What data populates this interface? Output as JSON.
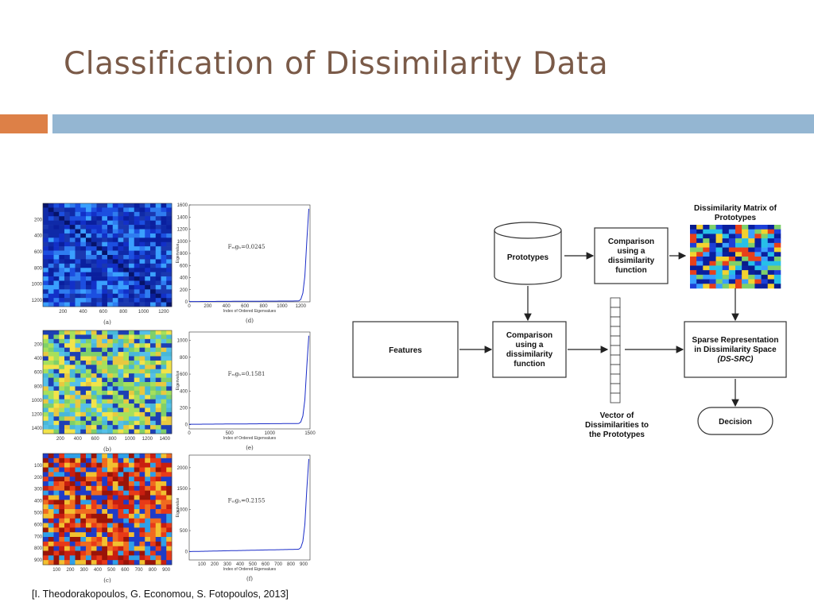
{
  "title": "Classification of Dissimilarity Data",
  "citation": "[I. Theodorakopoulos, G. Economou, S. Fotopoulos, 2013]",
  "figures": {
    "matrices": [
      {
        "caption": "(a)",
        "y_ticks": [
          "200",
          "400",
          "600",
          "800",
          "1000",
          "1200"
        ],
        "x_ticks": [
          "200",
          "400",
          "600",
          "800",
          "1000",
          "1200"
        ],
        "palette": "blue"
      },
      {
        "caption": "(b)",
        "y_ticks": [
          "200",
          "400",
          "600",
          "800",
          "1000",
          "1200",
          "1400"
        ],
        "x_ticks": [
          "200",
          "400",
          "600",
          "800",
          "1000",
          "1200",
          "1400"
        ],
        "palette": "green"
      },
      {
        "caption": "(c)",
        "y_ticks": [
          "100",
          "200",
          "300",
          "400",
          "500",
          "600",
          "700",
          "800",
          "900"
        ],
        "x_ticks": [
          "100",
          "200",
          "300",
          "400",
          "500",
          "600",
          "700",
          "800",
          "900"
        ],
        "palette": "red"
      }
    ],
    "eigen": [
      {
        "caption": "(d)",
        "annotation": "Fₑᵢgₕ=0.0245",
        "ylabel": "Eigenvalue",
        "xlabel": "Index of Ordered Eigenvalues",
        "y_ticks": [
          "0",
          "200",
          "400",
          "600",
          "800",
          "1000",
          "1200",
          "1400",
          "1600"
        ],
        "x_ticks": [
          "0",
          "200",
          "400",
          "600",
          "800",
          "1000",
          "1200"
        ],
        "ylim": [
          0,
          1600
        ],
        "xlim": [
          0,
          1300
        ]
      },
      {
        "caption": "(e)",
        "annotation": "Fₑᵢgₕ=0.1581",
        "ylabel": "Eigenvalue",
        "xlabel": "Index of Ordered Eigenvalues",
        "y_ticks": [
          "0",
          "200",
          "400",
          "600",
          "800",
          "1000"
        ],
        "x_ticks": [
          "0",
          "500",
          "1000",
          "1500"
        ],
        "ylim": [
          -50,
          1100
        ],
        "xlim": [
          0,
          1500
        ]
      },
      {
        "caption": "(f)",
        "annotation": "Fₑᵢgₕ=0.2155",
        "ylabel": "Eigenvalue",
        "xlabel": "Index of Ordered Eigenvalues",
        "y_ticks": [
          "0",
          "500",
          "1000",
          "1500",
          "2000"
        ],
        "x_ticks": [
          "100",
          "200",
          "300",
          "400",
          "500",
          "600",
          "700",
          "800",
          "900"
        ],
        "ylim": [
          -200,
          2300
        ],
        "xlim": [
          0,
          950
        ]
      }
    ]
  },
  "diagram": {
    "prototypes": "Prototypes",
    "comparison_top": [
      "Comparison",
      "using a",
      "dissimilarity",
      "function"
    ],
    "comparison_mid": [
      "Comparison",
      "using a",
      "dissimilarity",
      "function"
    ],
    "matrix_label": [
      "Dissimilarity Matrix of",
      "Prototypes"
    ],
    "features": "Features",
    "sparse": [
      "Sparse Representation",
      "in Dissimilarity Space",
      "(DS-SRC)"
    ],
    "vector_label": [
      "Vector of",
      "Dissimilarities to",
      "the Prototypes"
    ],
    "decision": "Decision"
  }
}
